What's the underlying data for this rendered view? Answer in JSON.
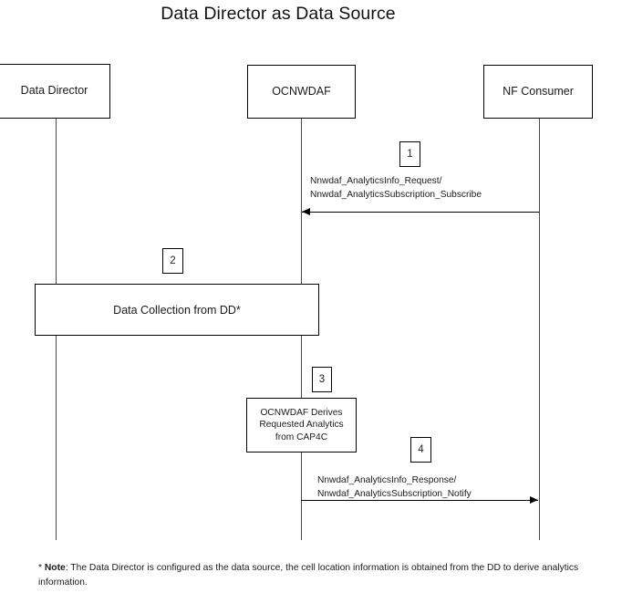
{
  "diagram": {
    "title": "Data Director as Data Source",
    "type": "sequence-diagram"
  },
  "actors": [
    {
      "id": "data-director",
      "label": "Data Director"
    },
    {
      "id": "ocnwdaf",
      "label": "OCNWDAF"
    },
    {
      "id": "nf-consumer",
      "label": "NF Consumer"
    }
  ],
  "steps": [
    {
      "number": "1",
      "kind": "message",
      "from": "nf-consumer",
      "to": "ocnwdaf",
      "direction": "left",
      "lines": [
        "Nnwdaf_AnalyticsInfo_Request/",
        "Nnwdaf_AnalyticsSubscription_Subscribe"
      ]
    },
    {
      "number": "2",
      "kind": "activity",
      "lines": [
        "Data Collection from DD*"
      ]
    },
    {
      "number": "3",
      "kind": "activity",
      "lines": [
        "OCNWDAF Derives",
        "Requested Analytics",
        "from CAP4C"
      ]
    },
    {
      "number": "4",
      "kind": "message",
      "from": "ocnwdaf",
      "to": "nf-consumer",
      "direction": "right",
      "lines": [
        "Nnwdaf_AnalyticsInfo_Response/",
        "Nnwdaf_AnalyticsSubscription_Notify"
      ]
    }
  ],
  "footnote": {
    "marker": "* ",
    "label": "Note",
    "text": ": The Data Director is configured as the data source, the cell location information is obtained from the DD to derive analytics information."
  },
  "colors": {
    "stroke": "#000000",
    "lifeline": "#4a4a4a",
    "text": "#1a1a1a",
    "background": "#ffffff"
  }
}
